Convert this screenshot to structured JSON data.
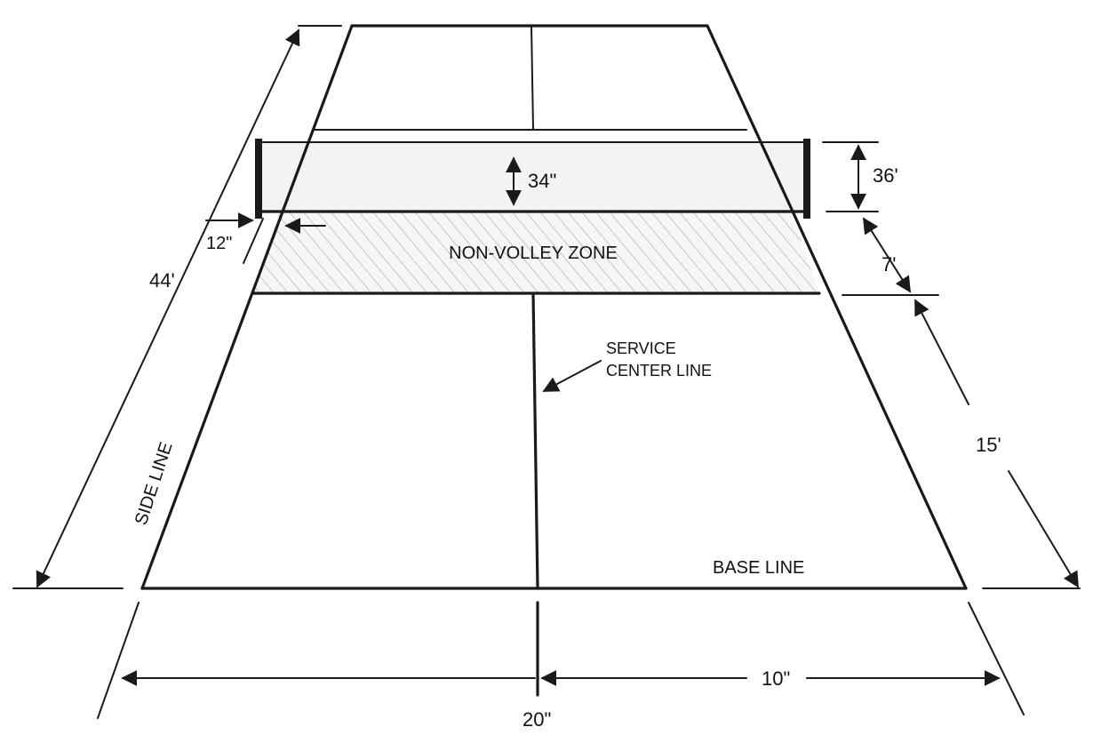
{
  "labels": {
    "net_height_center": "34\"",
    "net_height_post": "36'",
    "post_offset": "12\"",
    "court_length": "44'",
    "non_volley_depth": "7'",
    "service_depth": "15'",
    "half_width": "10\"",
    "full_width": "20\"",
    "non_volley_zone": "NON-VOLLEY ZONE",
    "service_center_line_1": "SERVICE",
    "service_center_line_2": "CENTER LINE",
    "base_line": "BASE LINE",
    "side_line": "SIDE LINE"
  },
  "colors": {
    "line": "#1a1a1a",
    "hatch": "#9a9a9a",
    "net_fill": "#f3f3f3",
    "zone_fill": "#f6f6f6"
  }
}
